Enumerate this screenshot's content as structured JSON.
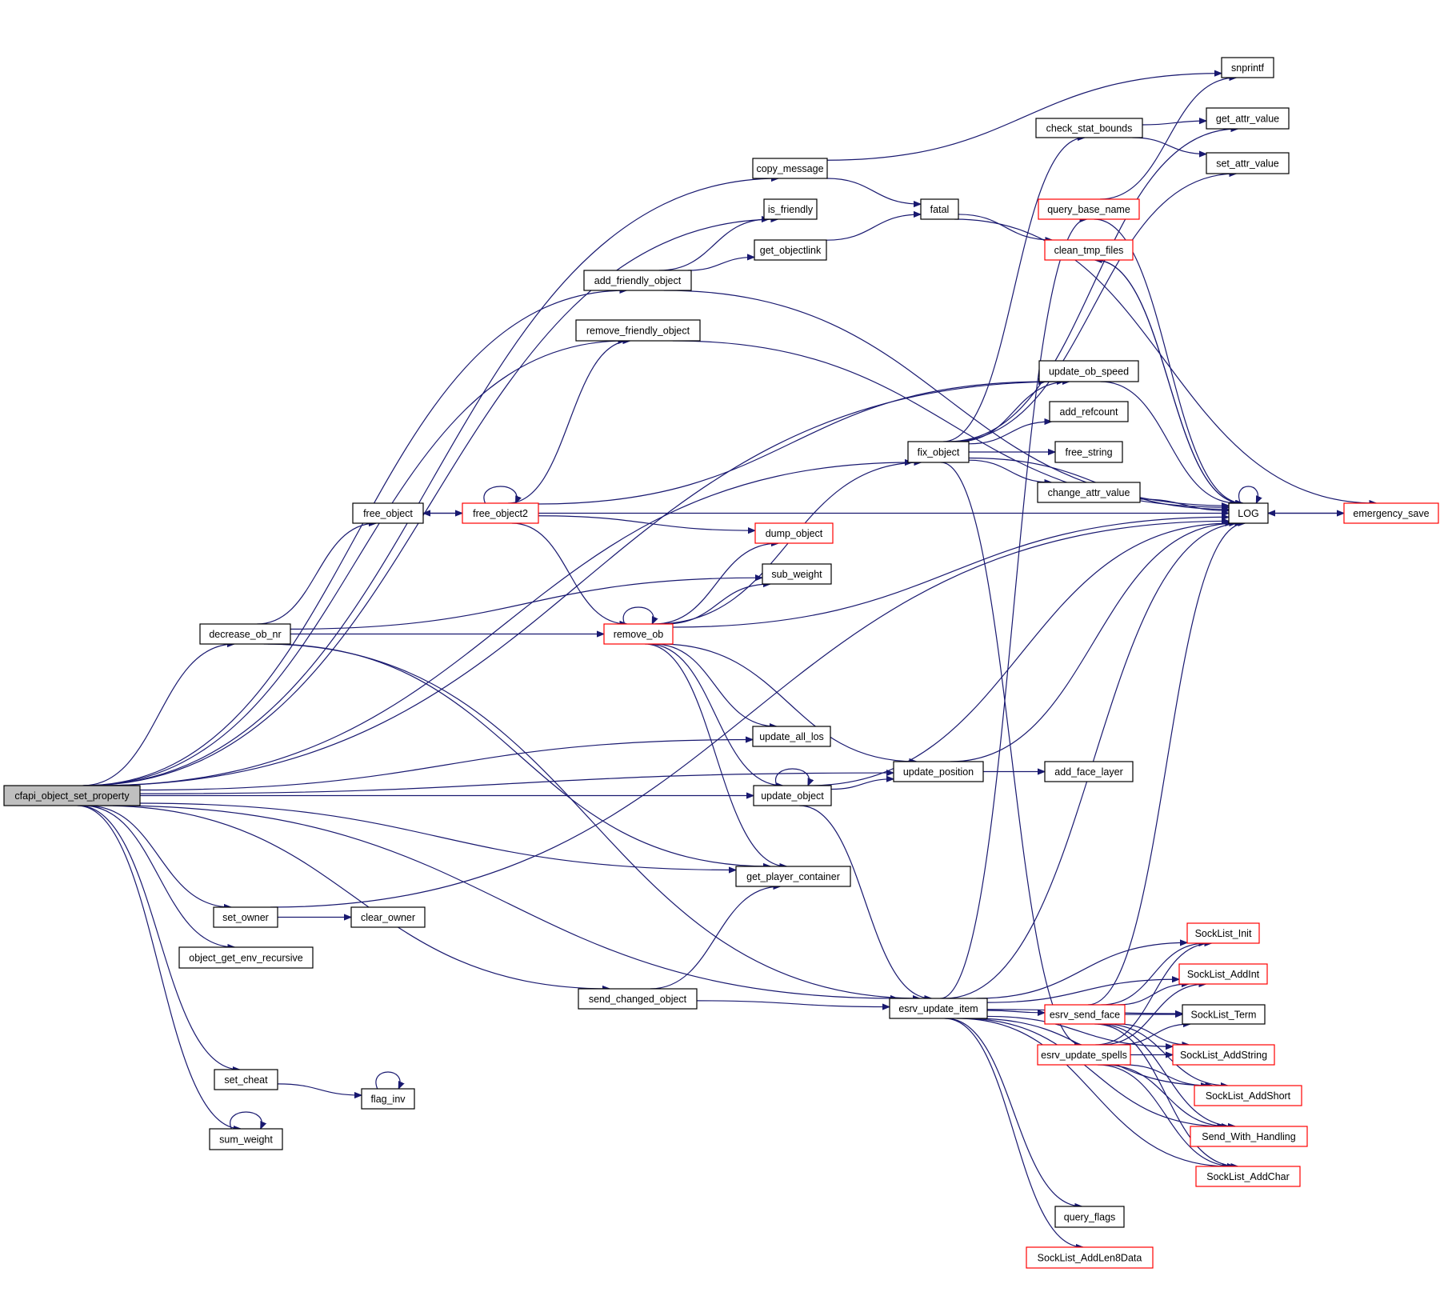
{
  "graph": {
    "type": "call-graph",
    "edge_color": "#191970",
    "truncated_border_color": "#ff0000",
    "root_fill": "#bfbfbf",
    "nodes": [
      {
        "id": "cfapi_object_set_property",
        "label": "cfapi_object_set_property",
        "root": true,
        "truncated": false
      },
      {
        "id": "copy_message",
        "label": "copy_message",
        "truncated": false
      },
      {
        "id": "is_friendly",
        "label": "is_friendly",
        "truncated": false
      },
      {
        "id": "get_objectlink",
        "label": "get_objectlink",
        "truncated": false
      },
      {
        "id": "add_friendly_object",
        "label": "add_friendly_object",
        "truncated": false
      },
      {
        "id": "remove_friendly_object",
        "label": "remove_friendly_object",
        "truncated": false
      },
      {
        "id": "fatal",
        "label": "fatal",
        "truncated": false
      },
      {
        "id": "snprintf",
        "label": "snprintf",
        "truncated": false
      },
      {
        "id": "get_attr_value",
        "label": "get_attr_value",
        "truncated": false
      },
      {
        "id": "check_stat_bounds",
        "label": "check_stat_bounds",
        "truncated": false
      },
      {
        "id": "set_attr_value",
        "label": "set_attr_value",
        "truncated": false
      },
      {
        "id": "query_base_name",
        "label": "query_base_name",
        "truncated": true
      },
      {
        "id": "clean_tmp_files",
        "label": "clean_tmp_files",
        "truncated": true
      },
      {
        "id": "update_ob_speed",
        "label": "update_ob_speed",
        "truncated": false
      },
      {
        "id": "add_refcount",
        "label": "add_refcount",
        "truncated": false
      },
      {
        "id": "fix_object",
        "label": "fix_object",
        "truncated": false
      },
      {
        "id": "free_string",
        "label": "free_string",
        "truncated": false
      },
      {
        "id": "change_attr_value",
        "label": "change_attr_value",
        "truncated": false
      },
      {
        "id": "LOG",
        "label": "LOG",
        "truncated": false
      },
      {
        "id": "emergency_save",
        "label": "emergency_save",
        "truncated": true
      },
      {
        "id": "free_object",
        "label": "free_object",
        "truncated": false
      },
      {
        "id": "free_object2",
        "label": "free_object2",
        "truncated": true
      },
      {
        "id": "dump_object",
        "label": "dump_object",
        "truncated": true
      },
      {
        "id": "sub_weight",
        "label": "sub_weight",
        "truncated": false
      },
      {
        "id": "decrease_ob_nr",
        "label": "decrease_ob_nr",
        "truncated": false
      },
      {
        "id": "remove_ob",
        "label": "remove_ob",
        "truncated": true
      },
      {
        "id": "update_all_los",
        "label": "update_all_los",
        "truncated": false
      },
      {
        "id": "update_object",
        "label": "update_object",
        "truncated": false
      },
      {
        "id": "update_position",
        "label": "update_position",
        "truncated": false
      },
      {
        "id": "add_face_layer",
        "label": "add_face_layer",
        "truncated": false
      },
      {
        "id": "get_player_container",
        "label": "get_player_container",
        "truncated": false
      },
      {
        "id": "set_owner",
        "label": "set_owner",
        "truncated": false
      },
      {
        "id": "clear_owner",
        "label": "clear_owner",
        "truncated": false
      },
      {
        "id": "object_get_env_recursive",
        "label": "object_get_env_recursive",
        "truncated": false
      },
      {
        "id": "send_changed_object",
        "label": "send_changed_object",
        "truncated": false
      },
      {
        "id": "esrv_update_item",
        "label": "esrv_update_item",
        "truncated": false
      },
      {
        "id": "esrv_send_face",
        "label": "esrv_send_face",
        "truncated": true
      },
      {
        "id": "esrv_update_spells",
        "label": "esrv_update_spells",
        "truncated": true
      },
      {
        "id": "SockList_Init",
        "label": "SockList_Init",
        "truncated": true
      },
      {
        "id": "SockList_AddInt",
        "label": "SockList_AddInt",
        "truncated": true
      },
      {
        "id": "SockList_Term",
        "label": "SockList_Term",
        "truncated": false
      },
      {
        "id": "SockList_AddString",
        "label": "SockList_AddString",
        "truncated": true
      },
      {
        "id": "SockList_AddShort",
        "label": "SockList_AddShort",
        "truncated": true
      },
      {
        "id": "Send_With_Handling",
        "label": "Send_With_Handling",
        "truncated": true
      },
      {
        "id": "SockList_AddChar",
        "label": "SockList_AddChar",
        "truncated": true
      },
      {
        "id": "query_flags",
        "label": "query_flags",
        "truncated": false
      },
      {
        "id": "SockList_AddLen8Data",
        "label": "SockList_AddLen8Data",
        "truncated": true
      },
      {
        "id": "set_cheat",
        "label": "set_cheat",
        "truncated": false
      },
      {
        "id": "flag_inv",
        "label": "flag_inv",
        "truncated": false
      },
      {
        "id": "sum_weight",
        "label": "sum_weight",
        "truncated": false
      }
    ],
    "edges": [
      [
        "cfapi_object_set_property",
        "copy_message"
      ],
      [
        "cfapi_object_set_property",
        "is_friendly"
      ],
      [
        "cfapi_object_set_property",
        "add_friendly_object"
      ],
      [
        "cfapi_object_set_property",
        "remove_friendly_object"
      ],
      [
        "cfapi_object_set_property",
        "update_ob_speed"
      ],
      [
        "cfapi_object_set_property",
        "fix_object"
      ],
      [
        "cfapi_object_set_property",
        "decrease_ob_nr"
      ],
      [
        "cfapi_object_set_property",
        "update_all_los"
      ],
      [
        "cfapi_object_set_property",
        "update_object"
      ],
      [
        "cfapi_object_set_property",
        "get_player_container"
      ],
      [
        "cfapi_object_set_property",
        "update_position"
      ],
      [
        "cfapi_object_set_property",
        "set_owner"
      ],
      [
        "cfapi_object_set_property",
        "object_get_env_recursive"
      ],
      [
        "cfapi_object_set_property",
        "send_changed_object"
      ],
      [
        "cfapi_object_set_property",
        "esrv_update_item"
      ],
      [
        "cfapi_object_set_property",
        "set_cheat"
      ],
      [
        "cfapi_object_set_property",
        "sum_weight"
      ],
      [
        "copy_message",
        "snprintf"
      ],
      [
        "copy_message",
        "fatal"
      ],
      [
        "add_friendly_object",
        "is_friendly"
      ],
      [
        "add_friendly_object",
        "get_objectlink"
      ],
      [
        "add_friendly_object",
        "LOG"
      ],
      [
        "get_objectlink",
        "fatal"
      ],
      [
        "fatal",
        "emergency_save"
      ],
      [
        "fatal",
        "clean_tmp_files"
      ],
      [
        "remove_friendly_object",
        "LOG"
      ],
      [
        "check_stat_bounds",
        "get_attr_value"
      ],
      [
        "check_stat_bounds",
        "set_attr_value"
      ],
      [
        "query_base_name",
        "snprintf"
      ],
      [
        "query_base_name",
        "LOG"
      ],
      [
        "clean_tmp_files",
        "LOG"
      ],
      [
        "update_ob_speed",
        "LOG"
      ],
      [
        "fix_object",
        "check_stat_bounds"
      ],
      [
        "fix_object",
        "get_attr_value"
      ],
      [
        "fix_object",
        "set_attr_value"
      ],
      [
        "fix_object",
        "update_ob_speed"
      ],
      [
        "fix_object",
        "add_refcount"
      ],
      [
        "fix_object",
        "free_string"
      ],
      [
        "fix_object",
        "change_attr_value"
      ],
      [
        "fix_object",
        "LOG"
      ],
      [
        "fix_object",
        "esrv_update_spells"
      ],
      [
        "change_attr_value",
        "LOG"
      ],
      [
        "LOG",
        "LOG"
      ],
      [
        "LOG",
        "emergency_save"
      ],
      [
        "LOG",
        "clean_tmp_files"
      ],
      [
        "emergency_save",
        "LOG"
      ],
      [
        "free_object",
        "free_object2"
      ],
      [
        "free_object2",
        "free_object"
      ],
      [
        "free_object2",
        "free_object2"
      ],
      [
        "free_object2",
        "remove_friendly_object"
      ],
      [
        "free_object2",
        "update_ob_speed"
      ],
      [
        "free_object2",
        "LOG"
      ],
      [
        "free_object2",
        "dump_object"
      ],
      [
        "free_object2",
        "remove_ob"
      ],
      [
        "decrease_ob_nr",
        "free_object"
      ],
      [
        "decrease_ob_nr",
        "sub_weight"
      ],
      [
        "decrease_ob_nr",
        "remove_ob"
      ],
      [
        "decrease_ob_nr",
        "get_player_container"
      ],
      [
        "decrease_ob_nr",
        "esrv_update_item"
      ],
      [
        "remove_ob",
        "remove_ob"
      ],
      [
        "remove_ob",
        "dump_object"
      ],
      [
        "remove_ob",
        "sub_weight"
      ],
      [
        "remove_ob",
        "fix_object"
      ],
      [
        "remove_ob",
        "LOG"
      ],
      [
        "remove_ob",
        "update_all_los"
      ],
      [
        "remove_ob",
        "update_position"
      ],
      [
        "remove_ob",
        "update_object"
      ],
      [
        "remove_ob",
        "get_player_container"
      ],
      [
        "update_object",
        "update_object"
      ],
      [
        "update_object",
        "update_position"
      ],
      [
        "update_object",
        "LOG"
      ],
      [
        "update_object",
        "esrv_update_item"
      ],
      [
        "update_position",
        "add_face_layer"
      ],
      [
        "update_position",
        "LOG"
      ],
      [
        "set_owner",
        "clear_owner"
      ],
      [
        "set_owner",
        "LOG"
      ],
      [
        "send_changed_object",
        "get_player_container"
      ],
      [
        "send_changed_object",
        "esrv_update_item"
      ],
      [
        "esrv_update_item",
        "query_base_name"
      ],
      [
        "esrv_update_item",
        "LOG"
      ],
      [
        "esrv_update_item",
        "esrv_send_face"
      ],
      [
        "esrv_update_item",
        "SockList_Init"
      ],
      [
        "esrv_update_item",
        "SockList_AddInt"
      ],
      [
        "esrv_update_item",
        "SockList_Term"
      ],
      [
        "esrv_update_item",
        "SockList_AddString"
      ],
      [
        "esrv_update_item",
        "SockList_AddShort"
      ],
      [
        "esrv_update_item",
        "Send_With_Handling"
      ],
      [
        "esrv_update_item",
        "SockList_AddChar"
      ],
      [
        "esrv_update_item",
        "query_flags"
      ],
      [
        "esrv_update_item",
        "SockList_AddLen8Data"
      ],
      [
        "esrv_send_face",
        "LOG"
      ],
      [
        "esrv_send_face",
        "SockList_Init"
      ],
      [
        "esrv_send_face",
        "SockList_AddInt"
      ],
      [
        "esrv_send_face",
        "SockList_Term"
      ],
      [
        "esrv_send_face",
        "SockList_AddString"
      ],
      [
        "esrv_send_face",
        "SockList_AddShort"
      ],
      [
        "esrv_send_face",
        "Send_With_Handling"
      ],
      [
        "esrv_send_face",
        "SockList_AddChar"
      ],
      [
        "esrv_update_spells",
        "SockList_Init"
      ],
      [
        "esrv_update_spells",
        "SockList_AddInt"
      ],
      [
        "esrv_update_spells",
        "SockList_Term"
      ],
      [
        "esrv_update_spells",
        "SockList_AddString"
      ],
      [
        "esrv_update_spells",
        "SockList_AddShort"
      ],
      [
        "esrv_update_spells",
        "Send_With_Handling"
      ],
      [
        "esrv_update_spells",
        "SockList_AddChar"
      ],
      [
        "set_cheat",
        "flag_inv"
      ],
      [
        "flag_inv",
        "flag_inv"
      ],
      [
        "sum_weight",
        "sum_weight"
      ]
    ]
  }
}
